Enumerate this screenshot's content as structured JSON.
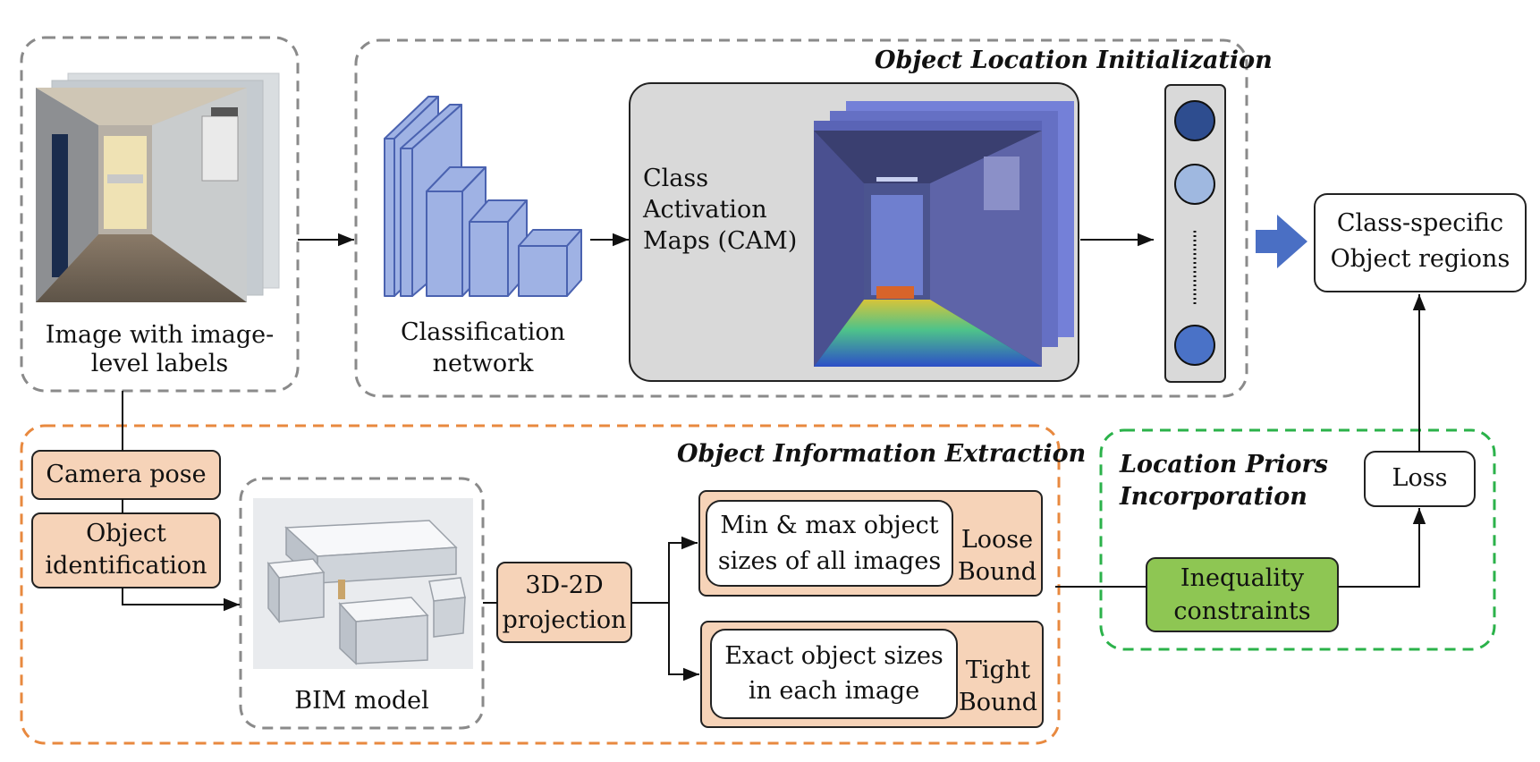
{
  "sections": {
    "initialization_title": "Object Location Initialization",
    "extraction_title": "Object Information Extraction",
    "priors_title_line1": "Location Priors",
    "priors_title_line2": "Incorporation"
  },
  "input": {
    "line1": "Image with image-",
    "line2": "level labels"
  },
  "network": {
    "line1": "Classification",
    "line2": "network"
  },
  "cam": {
    "line1": "Class",
    "line2": "Activation",
    "line3": "Maps (CAM)"
  },
  "output": {
    "line1": "Class-specific",
    "line2": "Object regions"
  },
  "loss": "Loss",
  "camera_pose": "Camera pose",
  "object_id": {
    "line1": "Object",
    "line2": "identification"
  },
  "bim": "BIM model",
  "projection": {
    "line1": "3D-2D",
    "line2": "projection"
  },
  "loose": {
    "inner_line1": "Min & max object",
    "inner_line2": "sizes of all images",
    "tag_line1": "Loose",
    "tag_line2": "Bound"
  },
  "tight": {
    "inner_line1": "Exact object sizes",
    "inner_line2": "in each image",
    "tag_line1": "Tight",
    "tag_line2": "Bound"
  },
  "inequality": {
    "line1": "Inequality",
    "line2": "constraints"
  },
  "colors": {
    "peach": "#f6d3b8",
    "green": "#8ec653",
    "network_blue": "#9fb2e4",
    "cam_panel": "#d9d9d9",
    "orange_dash": "#e8893f",
    "green_dash": "#2bb24a",
    "gray_dash": "#8a8a8a",
    "arrow_blue": "#4a6fc4"
  }
}
